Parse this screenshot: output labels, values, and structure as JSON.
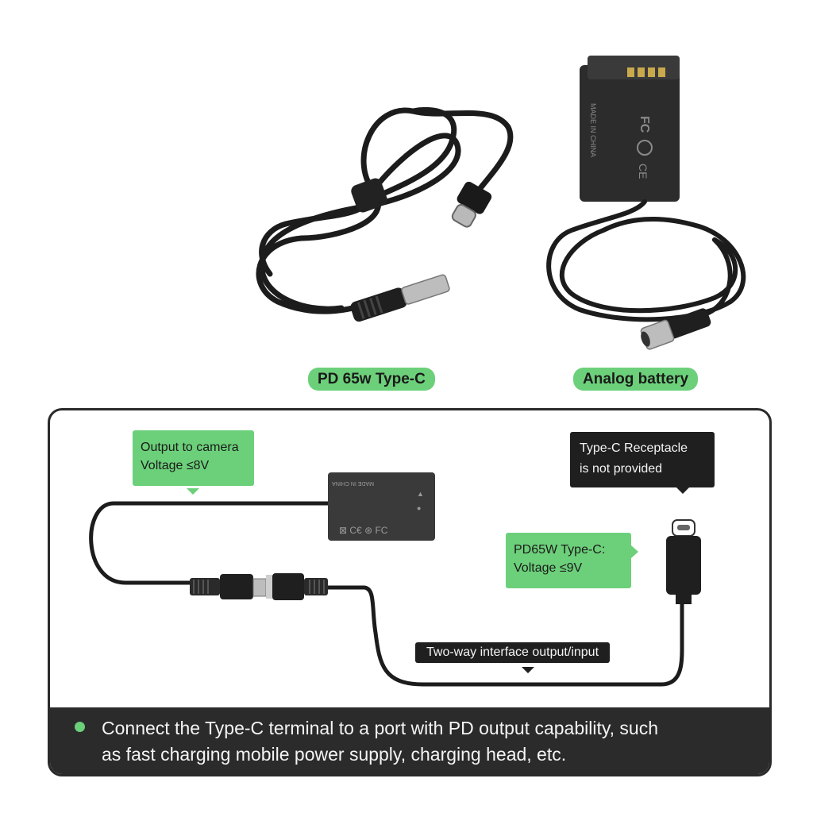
{
  "products": {
    "left_label": "PD 65w Type-C",
    "right_label": "Analog battery",
    "battery_markings": [
      "MADE IN CHINA",
      "FC",
      "CE"
    ]
  },
  "diagram": {
    "output_callout": [
      "Output to camera",
      "Voltage ≤8V"
    ],
    "receptacle_callout": [
      "Type-C Receptacle",
      "is not provided"
    ],
    "pd_callout": [
      "PD65W Type-C:",
      "Voltage ≤9V"
    ],
    "interface_tag": "Two-way interface output/input",
    "battery_text": "MADE IN CHINA"
  },
  "footer": {
    "lines": [
      "Connect the Type-C terminal to a port with PD output capability, such",
      "as fast charging mobile power supply, charging head, etc."
    ]
  },
  "colors": {
    "accent": "#6cd07a",
    "dark": "#2b2b2b"
  }
}
